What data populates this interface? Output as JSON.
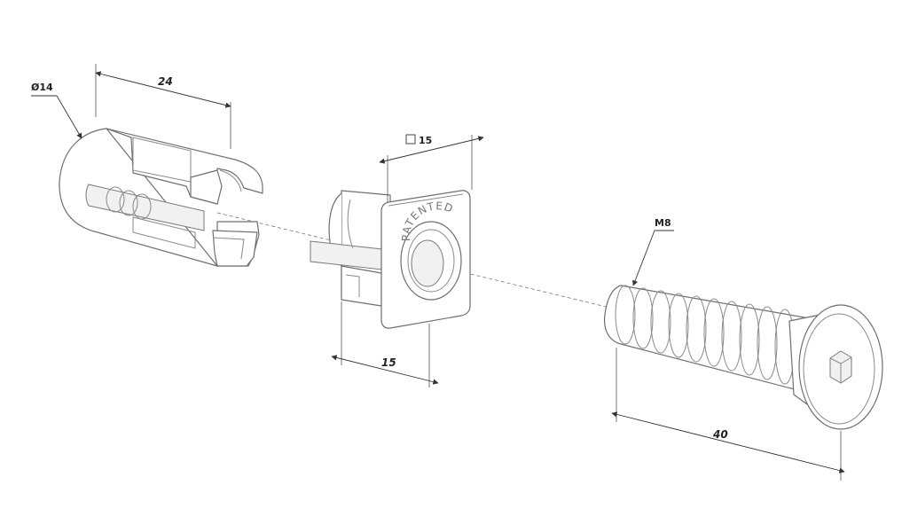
{
  "labels": {
    "diameter": "Ø14",
    "length_sleeve": "24",
    "square_size": "15",
    "width_plate": "15",
    "thread": "M8",
    "length_bolt": "40",
    "stamp": "PATENTED"
  }
}
